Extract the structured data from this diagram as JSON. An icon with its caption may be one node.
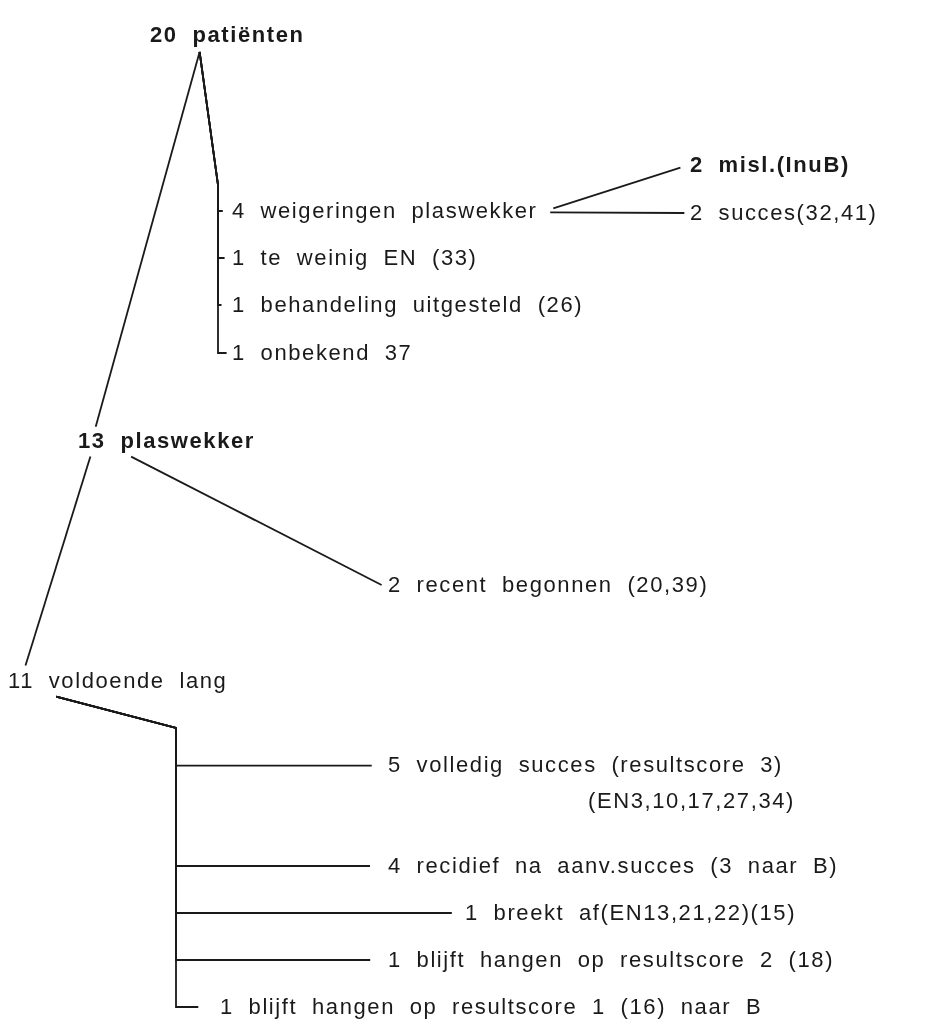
{
  "diagram": {
    "nodes": [
      {
        "text": [
          "20 patiënten"
        ]
      },
      {
        "text": [
          "4 weigeringen plaswekker"
        ]
      },
      {
        "text": [
          "2 misl.(InuB)"
        ]
      },
      {
        "text": [
          "2 succes(32,41)"
        ]
      },
      {
        "text": [
          "1 te weinig EN (33)"
        ]
      },
      {
        "text": [
          "1 behandeling uitgesteld (26)"
        ]
      },
      {
        "text": [
          "1 onbekend 37"
        ]
      },
      {
        "text": [
          "13 plaswekker"
        ]
      },
      {
        "text": [
          "2 recent begonnen (20,39)"
        ]
      },
      {
        "text": [
          "11 voldoende lang"
        ]
      },
      {
        "text": [
          "5 volledig succes (resultscore 3)",
          "(EN3,10,17,27,34)"
        ]
      },
      {
        "text": [
          "4 recidief na aanv.succes (3 naar B)"
        ]
      },
      {
        "text": [
          "1 breekt af(EN13,21,22)(15)"
        ]
      },
      {
        "text": [
          "1 blijft hangen op resultscore 2 (18)"
        ]
      },
      {
        "text": [
          "1 blijft hangen op resultscore 1 (16) naar B"
        ]
      }
    ],
    "edges": [
      {
        "from": 0,
        "to": 7,
        "arrow": "none"
      },
      {
        "from": 0,
        "to": 1,
        "arrow": "none"
      },
      {
        "from": 0,
        "to": 4,
        "arrow": "none"
      },
      {
        "from": 0,
        "to": 5,
        "arrow": "none"
      },
      {
        "from": 0,
        "to": 6,
        "arrow": "none"
      },
      {
        "from": 1,
        "to": 2,
        "arrow": "none"
      },
      {
        "from": 1,
        "to": 3,
        "arrow": "none"
      },
      {
        "from": 7,
        "to": 8,
        "arrow": "none"
      },
      {
        "from": 7,
        "to": 9,
        "arrow": "none"
      },
      {
        "from": 9,
        "to": 10,
        "arrow": "none"
      },
      {
        "from": 9,
        "to": 11,
        "arrow": "none"
      },
      {
        "from": 9,
        "to": 12,
        "arrow": "none"
      },
      {
        "from": 9,
        "to": 13,
        "arrow": "none"
      },
      {
        "from": 9,
        "to": 14,
        "arrow": "none"
      }
    ]
  }
}
